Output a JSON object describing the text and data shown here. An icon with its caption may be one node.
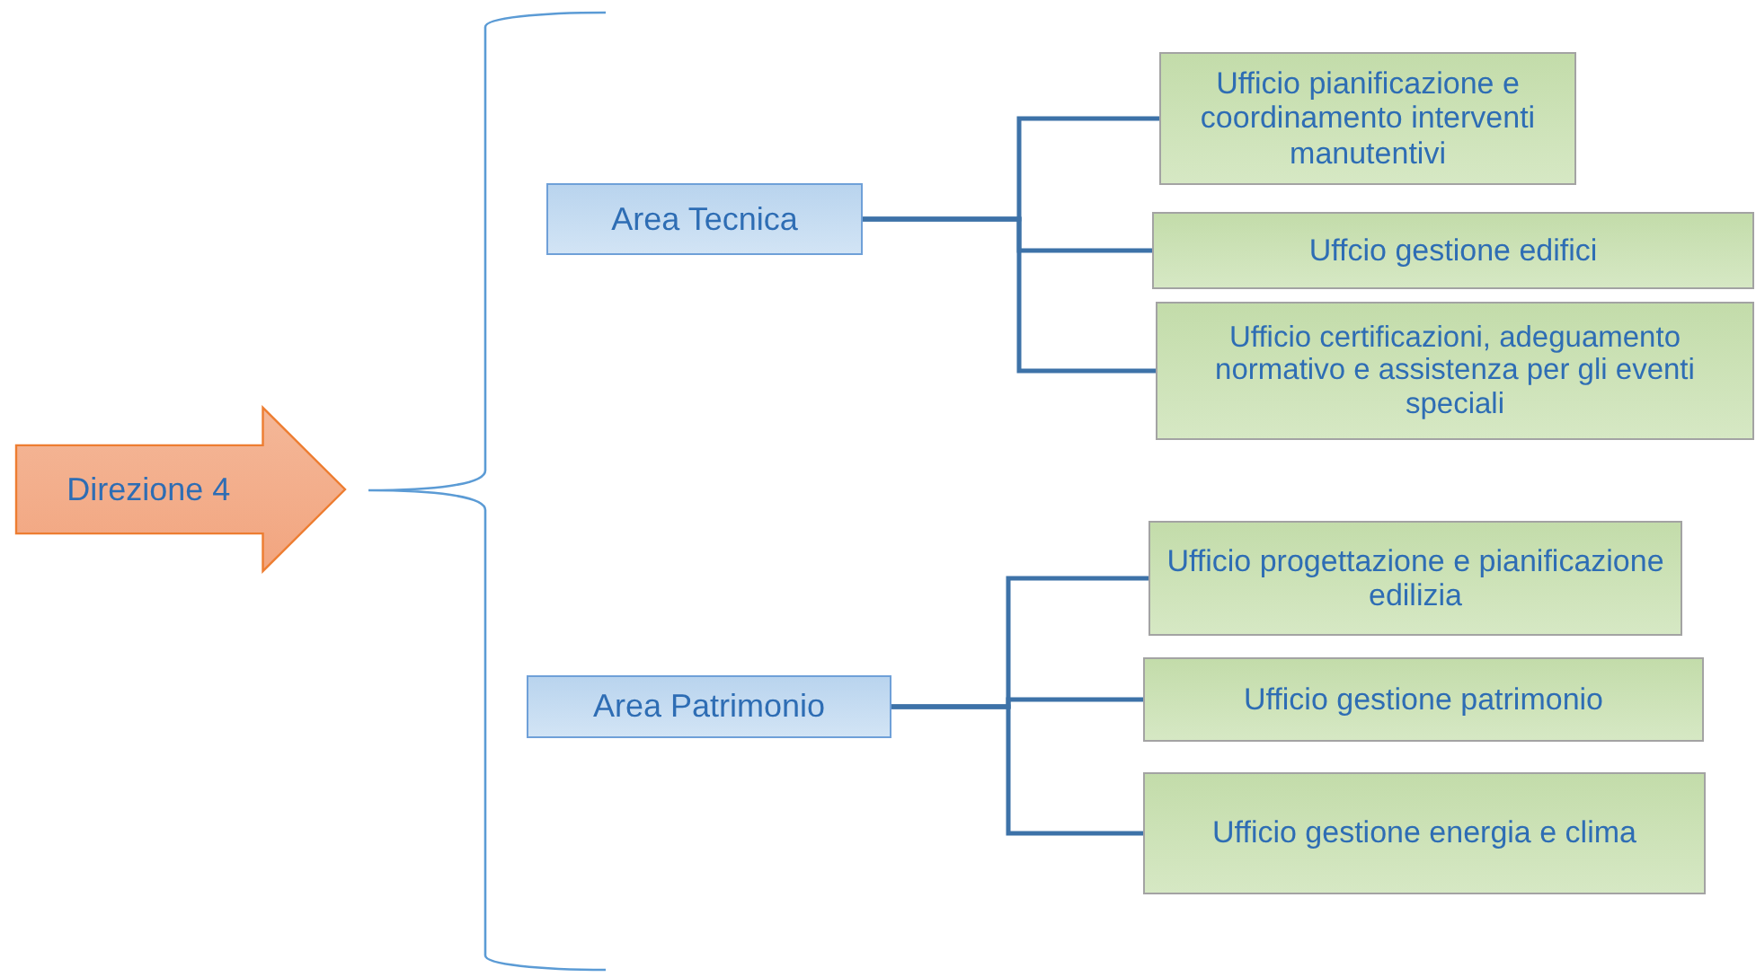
{
  "diagram": {
    "nodes": [
      {
        "text": [
          "Direzione 4"
        ]
      },
      {
        "text": [
          "Area Tecnica"
        ]
      },
      {
        "text": [
          "Ufficio pianificazione e coordinamento interventi manutentivi"
        ]
      },
      {
        "text": [
          "Uffcio gestione edifici"
        ]
      },
      {
        "text": [
          "Ufficio certificazioni, adeguamento normativo e assistenza per gli eventi speciali"
        ]
      },
      {
        "text": [
          "Area Patrimonio"
        ]
      },
      {
        "text": [
          "Ufficio progettazione e pianificazione edilizia"
        ]
      },
      {
        "text": [
          "Ufficio gestione patrimonio"
        ]
      },
      {
        "text": [
          "Ufficio gestione energia e clima"
        ]
      }
    ],
    "edges": [
      {
        "from": 1,
        "to": 2,
        "arrow": "none"
      },
      {
        "from": 1,
        "to": 3,
        "arrow": "none"
      },
      {
        "from": 1,
        "to": 4,
        "arrow": "none"
      },
      {
        "from": 5,
        "to": 6,
        "arrow": "none"
      },
      {
        "from": 5,
        "to": 7,
        "arrow": "none"
      },
      {
        "from": 5,
        "to": 8,
        "arrow": "none"
      }
    ]
  }
}
